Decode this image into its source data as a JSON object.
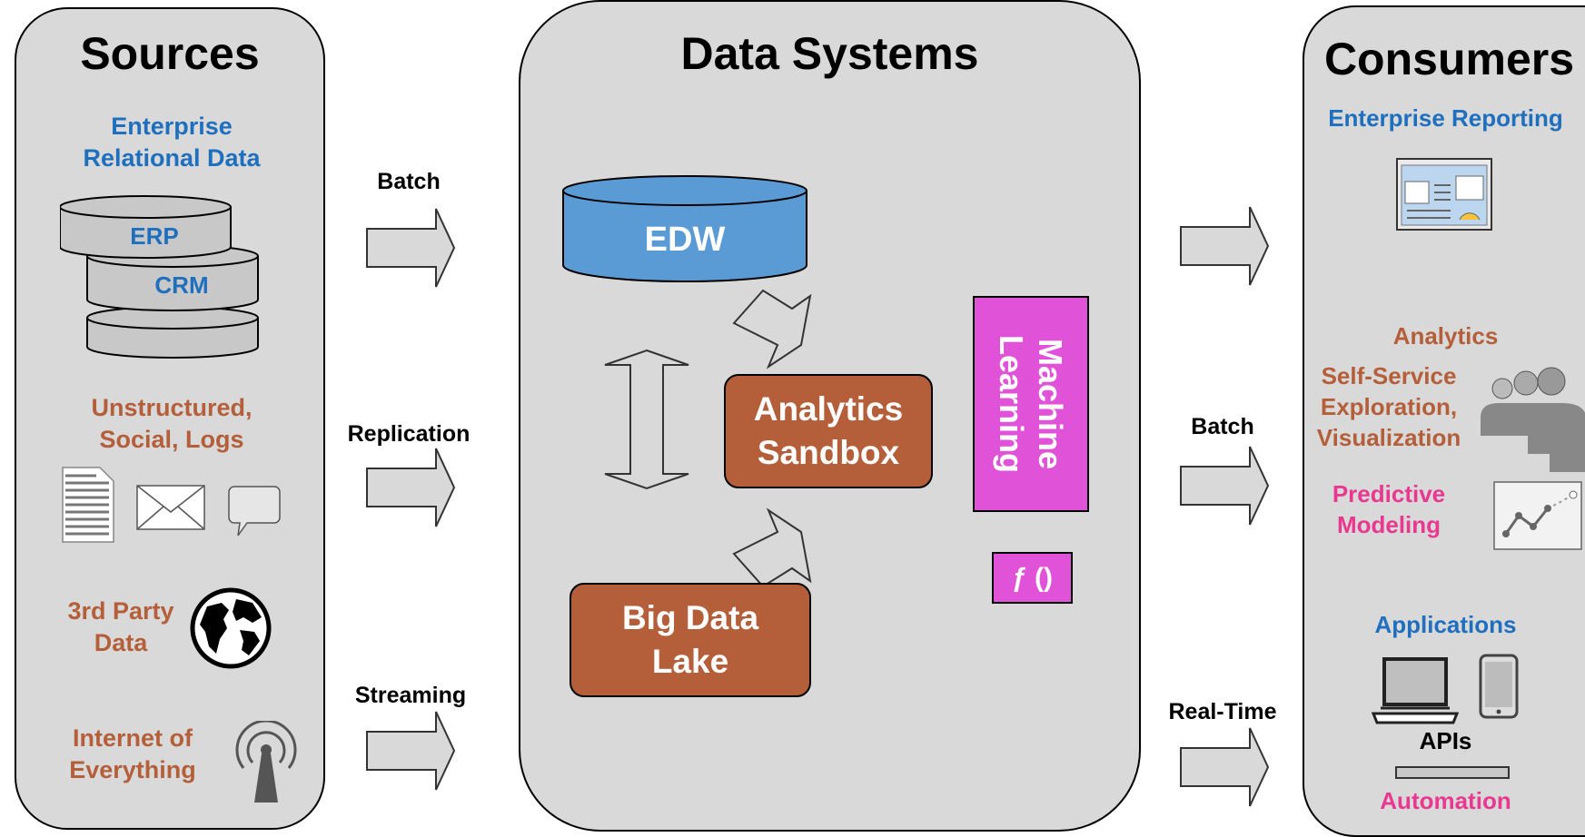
{
  "sources": {
    "title": "Sources",
    "enterprise_label_line1": "Enterprise",
    "enterprise_label_line2": "Relational Data",
    "db_erp": "ERP",
    "db_crm": "CRM",
    "unstructured_line1": "Unstructured,",
    "unstructured_line2": "Social, Logs",
    "third_party_line1": "3rd Party",
    "third_party_line2": "Data",
    "ioe_line1": "Internet of",
    "ioe_line2": "Everything"
  },
  "flows_in": {
    "batch": "Batch",
    "replication": "Replication",
    "streaming": "Streaming"
  },
  "data_systems": {
    "title": "Data Systems",
    "edw": "EDW",
    "sandbox_line1": "Analytics",
    "sandbox_line2": "Sandbox",
    "lake_line1": "Big Data",
    "lake_line2": "Lake",
    "ml_line1": "Machine",
    "ml_line2": "Learning",
    "function": "ƒ ()"
  },
  "flows_out": {
    "batch": "Batch",
    "realtime": "Real-Time"
  },
  "consumers": {
    "title": "Consumers",
    "enterprise_reporting": "Enterprise Reporting",
    "analytics": "Analytics",
    "self_service_line1": "Self-Service",
    "self_service_line2": "Exploration,",
    "self_service_line3": "Visualization",
    "predictive_line1": "Predictive",
    "predictive_line2": "Modeling",
    "applications": "Applications",
    "apis": "APIs",
    "automation": "Automation"
  },
  "colors": {
    "panel_bg": "#d9d9d9",
    "blue_label": "#1f6fbf",
    "orange_label": "#b45f3a",
    "pink_label": "#e8388f",
    "edw_fill": "#5b9bd5",
    "box_fill": "#b45f3a",
    "ml_fill": "#e052d8"
  },
  "icons": [
    "database-stack-icon",
    "document-icon",
    "envelope-icon",
    "speech-bubble-icon",
    "globe-icon",
    "broadcast-tower-icon",
    "report-dashboard-icon",
    "people-group-icon",
    "line-chart-icon",
    "laptop-icon",
    "smartphone-icon",
    "api-bar-icon"
  ]
}
